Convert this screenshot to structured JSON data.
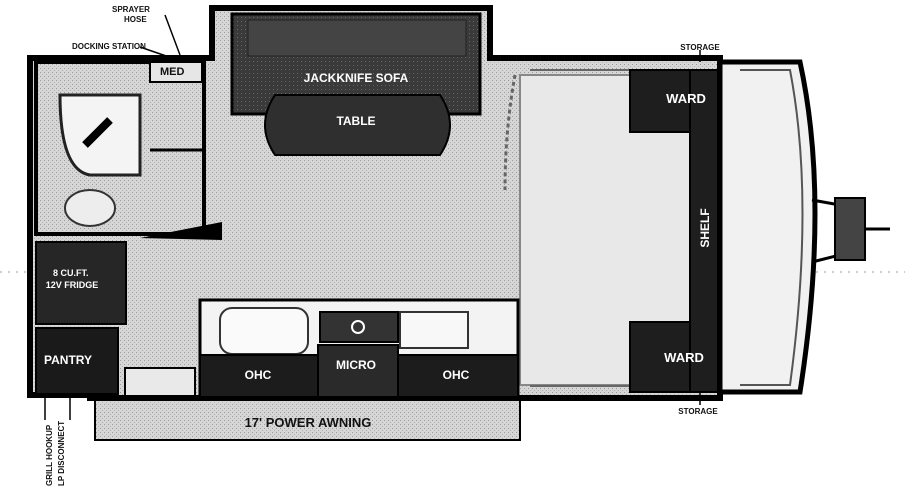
{
  "labels": {
    "sprayer_hose": "SPRAYER\nHOSE",
    "docking_station": "DOCKING STATION",
    "med": "MED",
    "jackknife_sofa": "JACKKNIFE SOFA",
    "table": "TABLE",
    "storage_top": "STORAGE",
    "storage_bottom": "STORAGE",
    "ward_top": "WARD",
    "ward_bottom": "WARD",
    "shelf": "SHELF",
    "fridge": "8 CU.FT.\n12V FRIDGE",
    "pantry": "PANTRY",
    "ohc_left": "OHC",
    "micro": "MICRO",
    "ohc_right": "OHC",
    "awning": "17' POWER AWNING",
    "grill_hookup": "GRILL HOOKUP",
    "lp_disconnect": "LP DISCONNECT"
  },
  "colors": {
    "wall": "#000000",
    "floor": "#d9d9d9",
    "cabinet": "#2b2b2b",
    "label_light": "#ffffff",
    "label_dark": "#111111"
  }
}
